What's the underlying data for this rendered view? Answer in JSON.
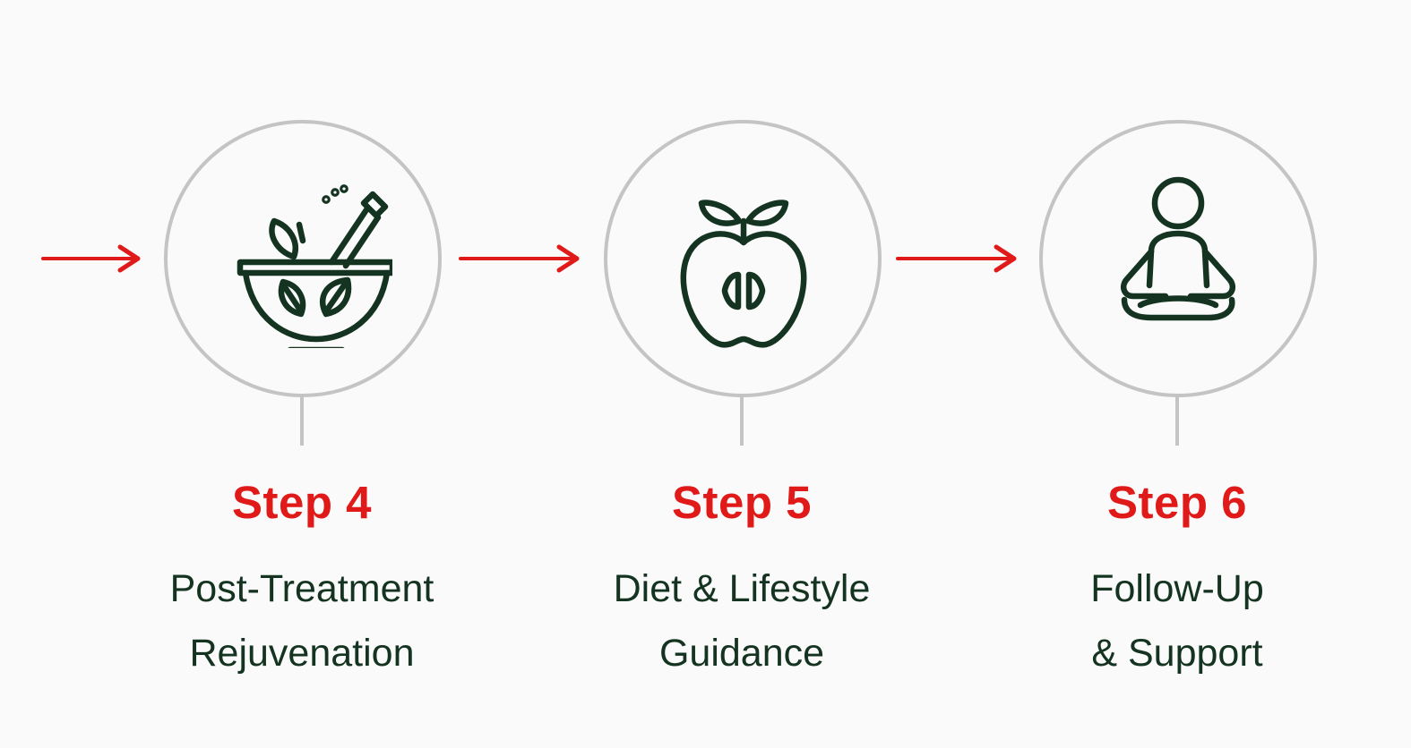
{
  "colors": {
    "accent": "#e01919",
    "icon_and_text": "#143320",
    "circle_stroke": "#c4c4c4",
    "background": "#fafafa"
  },
  "steps": [
    {
      "title": "Step 4",
      "desc_line1": "Post-Treatment",
      "desc_line2": "Rejuvenation",
      "icon": "mortar-pestle-herbs-icon"
    },
    {
      "title": "Step 5",
      "desc_line1": "Diet & Lifestyle",
      "desc_line2": "Guidance",
      "icon": "apple-icon"
    },
    {
      "title": "Step 6",
      "desc_line1": "Follow-Up",
      "desc_line2": "& Support",
      "icon": "meditation-pose-icon"
    }
  ]
}
